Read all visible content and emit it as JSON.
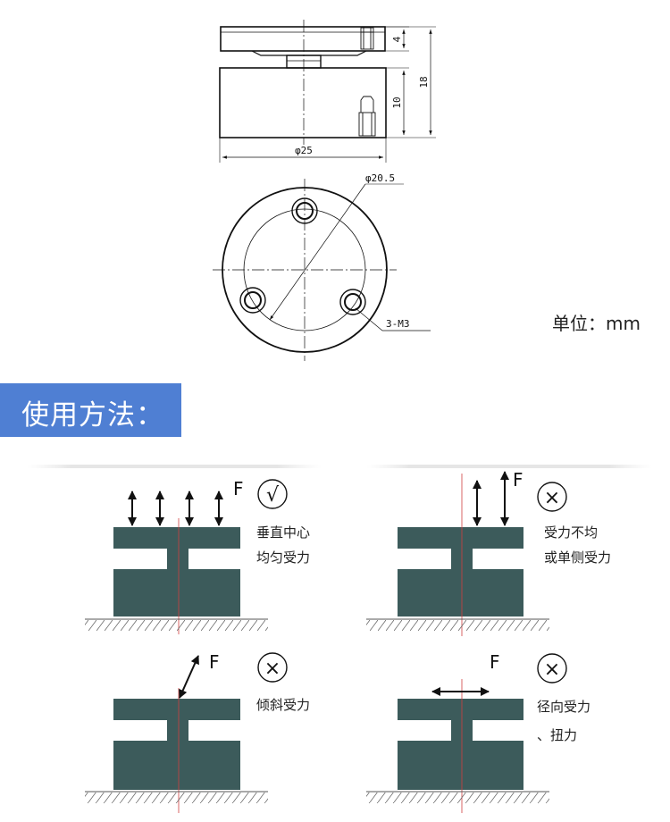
{
  "drawing": {
    "dims": {
      "top_thickness": "4",
      "body_height": "10",
      "total_height": "18",
      "outer_diameter": "φ25",
      "bolt_circle": "φ20.5",
      "thread": "3-M3"
    },
    "unit_label": "单位：mm"
  },
  "section": {
    "title": "使用方法：",
    "accent_color": "#4f7fd3"
  },
  "colors": {
    "block": "#3c5b5b",
    "centerline": "#d04040"
  },
  "panels": [
    {
      "id": "vertical",
      "force_label": "F",
      "verdict_mark": "√",
      "verdict": "correct",
      "notes": [
        "垂直中心",
        "均匀受力"
      ]
    },
    {
      "id": "uneven",
      "force_label": "F",
      "verdict_mark": "×",
      "verdict": "wrong",
      "notes": [
        "受力不均",
        "或单侧受力"
      ]
    },
    {
      "id": "inclined",
      "force_label": "F",
      "verdict_mark": "×",
      "verdict": "wrong",
      "notes": [
        "倾斜受力"
      ]
    },
    {
      "id": "radial",
      "force_label": "F",
      "verdict_mark": "×",
      "verdict": "wrong",
      "notes": [
        "径向受力",
        "、扭力"
      ]
    }
  ]
}
